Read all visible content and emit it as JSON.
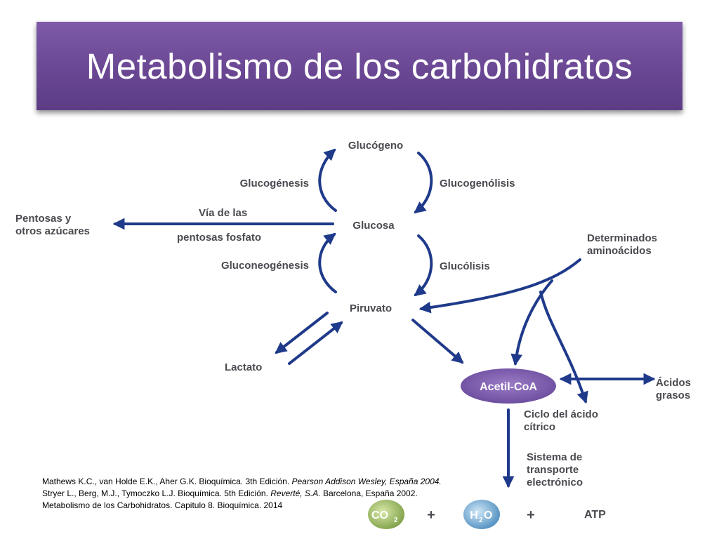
{
  "title": "Metabolismo de los carbohidratos",
  "diagram": {
    "nodes": {
      "glucogeno": "Glucógeno",
      "glucosa": "Glucosa",
      "piruvato": "Piruvato",
      "lactato": "Lactato",
      "acetil_coa": "Acetil-CoA",
      "pentosas_1": "Pentosas y",
      "pentosas_2": "otros azúcares",
      "aminoacidos_1": "Determinados",
      "aminoacidos_2": "aminoácidos",
      "acidos_1": "Ácidos",
      "acidos_2": "grasos",
      "ciclo_1": "Ciclo del ácido",
      "ciclo_2": "cítrico",
      "sistema_1": "Sistema de",
      "sistema_2": "transporte",
      "sistema_3": "electrónico"
    },
    "processes": {
      "glucogenesis": "Glucogénesis",
      "glucogenolisis": "Glucogenólisis",
      "via_1": "Vía de las",
      "via_2": "pentosas fosfato",
      "gluconeogenesis": "Gluconeogénesis",
      "glucolisis": "Glucólisis"
    },
    "products": {
      "co2": "CO",
      "co2_sub": "2",
      "h2o_h": "H",
      "h2o_sub": "2",
      "h2o_o": "O",
      "atp": "ATP",
      "plus": "+"
    },
    "colors": {
      "arrow": "#1f3a8a",
      "text": "#4a4a50",
      "title_bg": "#6a4793"
    }
  },
  "references": {
    "ref1_plain": "Mathews K.C., van Holde E.K., Aher G.K. Bioquímica. 3th Edición. ",
    "ref1_italic": "Pearson Addison Wesley, España 2004.",
    "ref2_plain": "Stryer L., Berg, M.J., Tymoczko L.J. Bioquímica. 5th Edición. ",
    "ref2_italic": "Reverté, S.A.",
    "ref2_tail": " Barcelona, España 2002.",
    "ref3": "Metabolismo de los Carbohidratos. Capitulo 8. Bioquímica. 2014"
  }
}
